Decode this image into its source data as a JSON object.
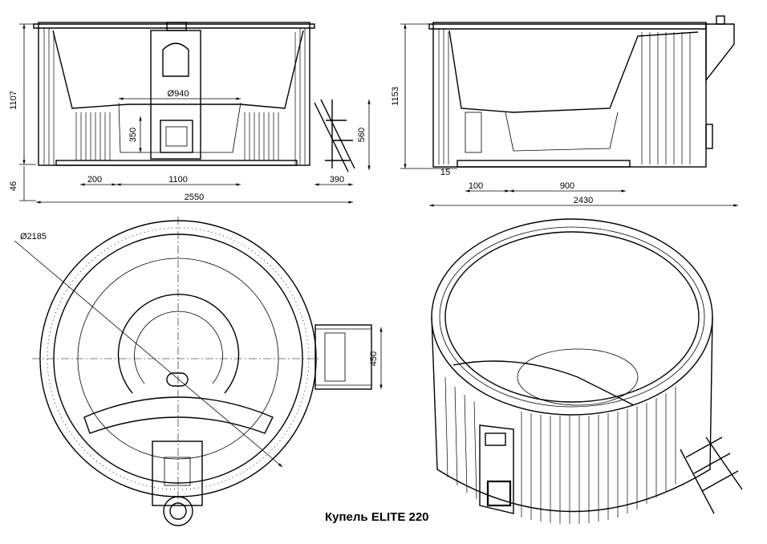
{
  "caption": "Купель  ELITE 220",
  "front_view": {
    "dims": {
      "height_total": "1107",
      "height_base": "46",
      "width_total": "2550",
      "seat_offset": "200",
      "seat_width": "1100",
      "stair_width": "390",
      "stair_height": "560",
      "heater_height": "350",
      "heater_diameter": "Ø940"
    }
  },
  "side_view": {
    "dims": {
      "height_total": "1153",
      "width_total": "2430",
      "base_offset": "15",
      "seat_offset": "100",
      "seat_width": "900"
    }
  },
  "top_view": {
    "dims": {
      "diameter": "Ø2185",
      "stair_width": "450"
    }
  },
  "iso_view": {}
}
